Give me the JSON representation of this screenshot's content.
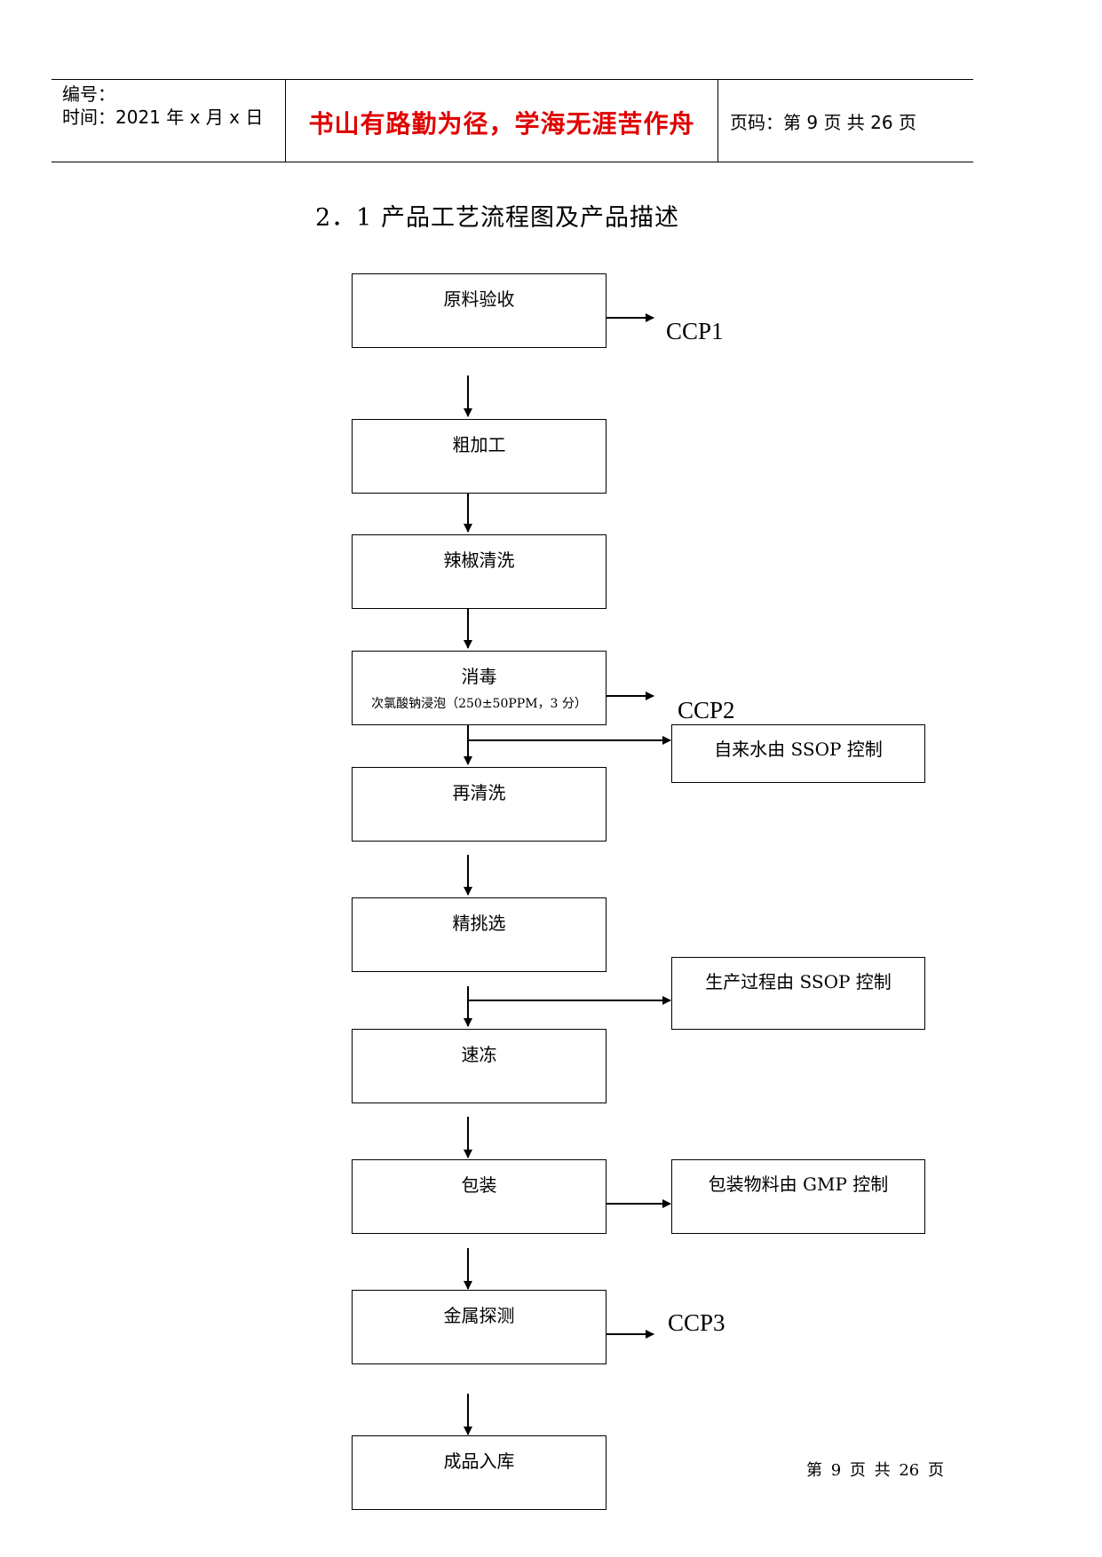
{
  "header": {
    "number_label": "编号：",
    "time_label": "时间：2021 年 x 月 x 日",
    "motto": "书山有路勤为径，学海无涯苦作舟",
    "page_label": "页码：第 9 页  共 26 页"
  },
  "title": "2．1 产品工艺流程图及产品描述",
  "flow": {
    "steps": [
      "原料验收",
      "粗加工",
      "辣椒清洗",
      "消毒",
      "再清洗",
      "精挑选",
      "速冻",
      "包装",
      "金属探测",
      "成品入库"
    ],
    "disinfect_note": "次氯酸钠浸泡（250±50PPM，3 分）",
    "side_boxes": [
      "自来水由 SSOP 控制",
      "生产过程由 SSOP 控制",
      "包装物料由 GMP 控制"
    ],
    "ccp": [
      "CCP1",
      "CCP2",
      "CCP3"
    ]
  },
  "footer": "第 9 页 共 26 页"
}
